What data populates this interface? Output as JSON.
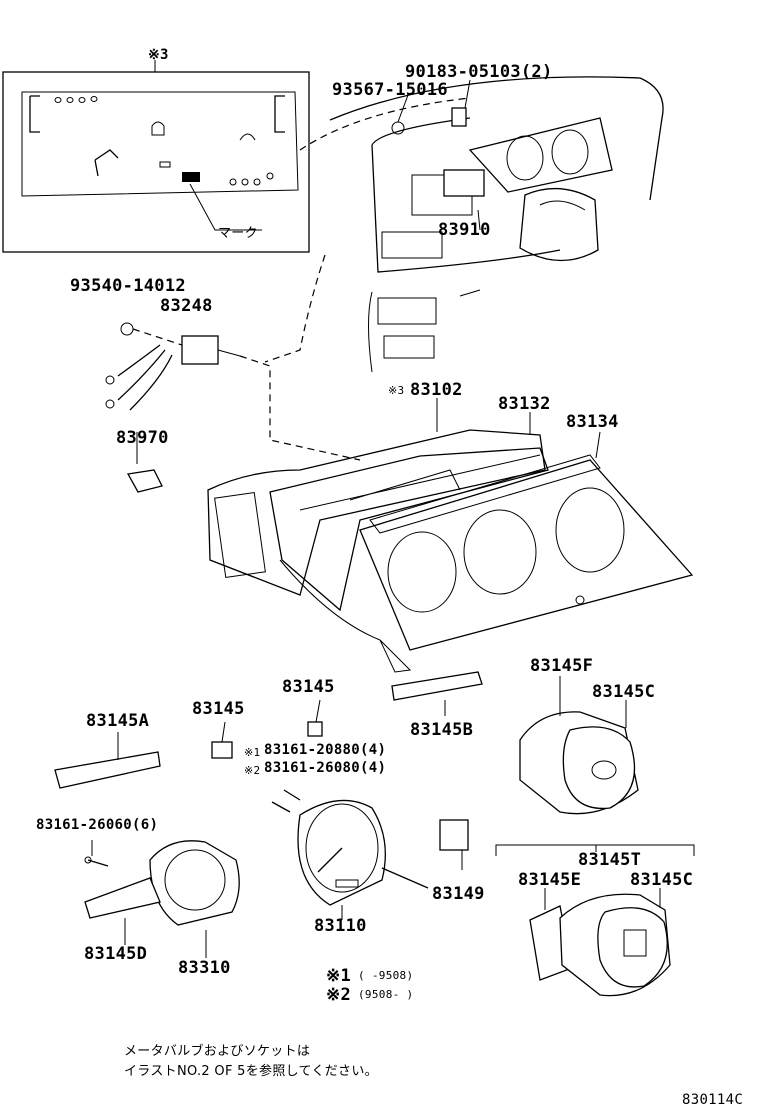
{
  "inset": {
    "ref": "※3",
    "mark_label": "マーク"
  },
  "labels": {
    "p90183": "90183-05103(2)",
    "p93567": "93567-15016",
    "p83910": "83910",
    "p93540": "93540-14012",
    "p83248": "83248",
    "p83970": "83970",
    "p83102_ref": "※3",
    "p83102": "83102",
    "p83132": "83132",
    "p83134": "83134",
    "p83145": "83145",
    "p83145_2": "83145",
    "p83145A": "83145A",
    "p83145B": "83145B",
    "p83145F": "83145F",
    "p83145C": "83145C",
    "p83161a_ref": "※1",
    "p83161a": "83161-20880(4)",
    "p83161b_ref": "※2",
    "p83161b": "83161-26080(4)",
    "p83161c": "83161-26060(6)",
    "p83110": "83110",
    "p83149": "83149",
    "p83145T": "83145T",
    "p83145E": "83145E",
    "p83145C_2": "83145C",
    "p83145D": "83145D",
    "p83310": "83310"
  },
  "footnotes": {
    "n1_mark": "※1",
    "n1_range": "(      -9508)",
    "n2_mark": "※2",
    "n2_range": "(9508-      )"
  },
  "note": {
    "line1": "メータバルブおよびソケットは",
    "line2": "イラストNO.2 OF 5を参照してください。"
  },
  "figure_code": "830114C"
}
